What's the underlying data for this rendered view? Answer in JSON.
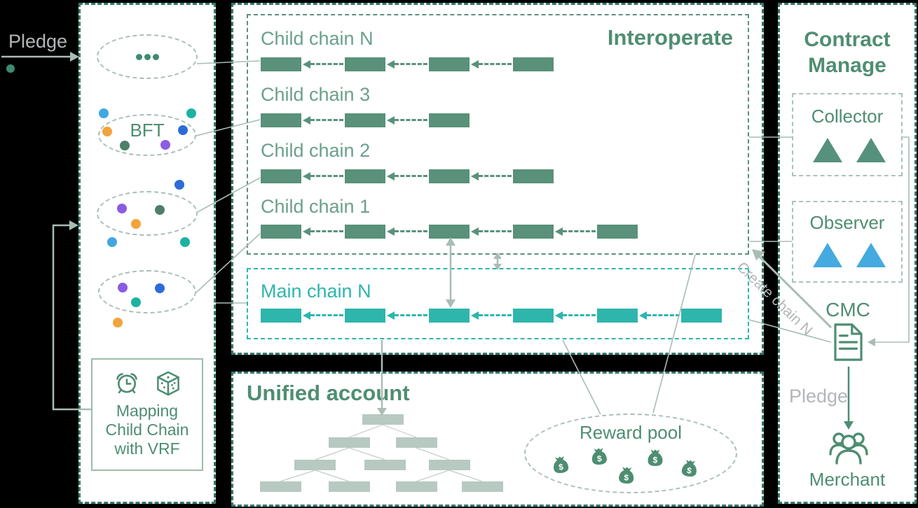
{
  "colors": {
    "canvas_bg": "#000000",
    "panel_border": "#35786a",
    "inner_border": "#5b9279",
    "box_border_light": "#a9c3b8",
    "ellipse_border": "#a8bfb3",
    "block_green": "#59917b",
    "block_teal": "#2eb6ac",
    "label_green": "#6ba08a",
    "label_teal": "#2eb6ac",
    "title_green": "#4f8e72",
    "text_green": "#4e8d71",
    "gray_text": "#b3b6b8",
    "connector": "#a9bdb3",
    "tree_block": "#b7c9c1",
    "tree_line": "#c2cdc7",
    "icon_green": "#4e8d71",
    "triangle_green": "#55917c",
    "triangle_blue": "#45aadf",
    "dot_lightblue": "#41a7e1",
    "dot_teal": "#1cb2a2",
    "dot_orange": "#f2a33c",
    "dot_blue": "#2e6bd8",
    "dot_darkgreen": "#4d7f6a",
    "dot_purple": "#8b5ce0",
    "money_bag": "#4e8d71",
    "arrow_green": "#4e8d71"
  },
  "left_panel": {
    "pledge_label": "Pledge",
    "bft_label": "BFT",
    "mapping_box": {
      "line1": "Mapping",
      "line2": "Child Chain",
      "line3": "with VRF"
    }
  },
  "interoperate": {
    "title": "Interoperate",
    "chains": [
      {
        "label": "Child chain N",
        "blocks": 4
      },
      {
        "label": "Child chain 3",
        "blocks": 3
      },
      {
        "label": "Child chain 2",
        "blocks": 4
      },
      {
        "label": "Child chain 1",
        "blocks": 5
      }
    ]
  },
  "main_chain": {
    "label": "Main chain N",
    "blocks": 6
  },
  "unified_account": {
    "title": "Unified account",
    "tree_level_counts": [
      1,
      2,
      3,
      4
    ]
  },
  "reward_pool": {
    "label": "Reward pool",
    "money_bag_count": 5
  },
  "contract_manage": {
    "title": "Contract Manage",
    "collector_label": "Collector",
    "observer_label": "Observer",
    "cmc_label": "CMC",
    "create_chain_label": "Create chain N",
    "pledge_label": "Pledge",
    "merchant_label": "Merchant"
  }
}
